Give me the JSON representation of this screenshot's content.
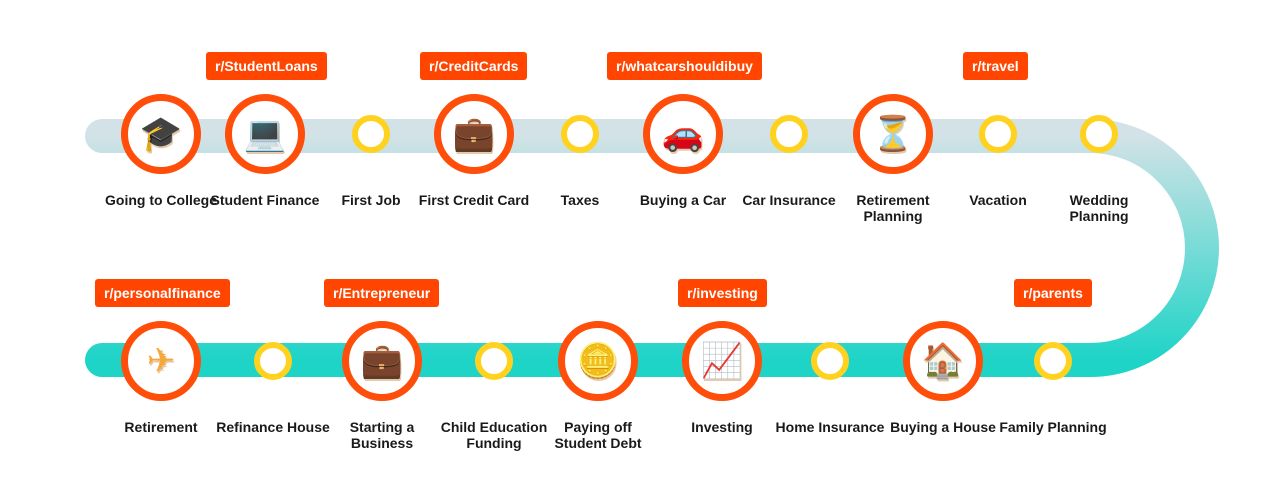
{
  "colors": {
    "track_top": "#d2e2e6",
    "track_bottom": "#1ed4c7",
    "milestone_ring": "#ff4d0a",
    "small_ring": "#ffd21f",
    "tag_bg": "#ff4500",
    "icon": "#f6a83a"
  },
  "tags": {
    "student_loans": "r/StudentLoans",
    "credit_cards": "r/CreditCards",
    "whatcar": "r/whatcarshouldibuy",
    "travel": "r/travel",
    "personalfinance": "r/personalfinance",
    "entrepreneur": "r/Entrepreneur",
    "investing": "r/investing",
    "parents": "r/parents"
  },
  "row1": {
    "college": "Going to College",
    "student_finance": "Student Finance",
    "first_job": "First Job",
    "first_credit_card": "First Credit Card",
    "taxes": "Taxes",
    "buying_car": "Buying a Car",
    "car_insurance": "Car Insurance",
    "retirement_planning": "Retirement Planning",
    "vacation": "Vacation",
    "wedding_planning": "Wedding Planning"
  },
  "row2": {
    "retirement": "Retirement",
    "refinance_house": "Refinance House",
    "starting_business": "Starting a Business",
    "child_education": "Child Education Funding",
    "paying_off_debt": "Paying off Student Debt",
    "investing": "Investing",
    "home_insurance": "Home Insurance",
    "buying_house": "Buying a House",
    "family_planning": "Family Planning"
  },
  "icons": {
    "college": "graduation-cap-icon",
    "student_finance": "laptop-icon",
    "first_credit_card": "briefcase-icon",
    "buying_car": "car-icon",
    "retirement_planning": "hourglass-icon",
    "retirement": "airplane-icon",
    "starting_business": "briefcase-icon",
    "paying_off_debt": "coins-icon",
    "investing": "chart-icon",
    "buying_house": "house-icon"
  }
}
